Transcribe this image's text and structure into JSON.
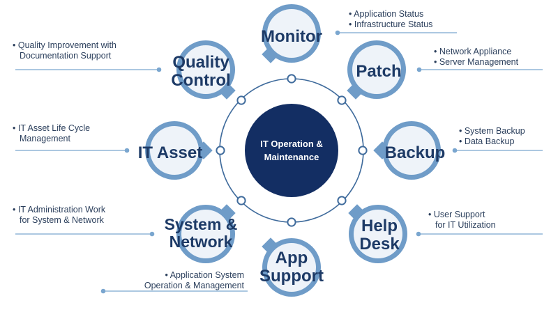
{
  "center": {
    "line1": "IT Operation &",
    "line2": "Maintenance"
  },
  "colors": {
    "center_fill": "#132e63",
    "bubble_outer": "#6f9cc8",
    "bubble_inner": "#eef3f9",
    "label": "#1d3a66",
    "ring": "#3f6b9c",
    "leader": "#7aa6cf"
  },
  "services": [
    {
      "id": "monitor",
      "title": [
        "Monitor"
      ],
      "desc": [
        "• Application Status",
        "• Infrastructure Status"
      ]
    },
    {
      "id": "patch",
      "title": [
        "Patch"
      ],
      "desc": [
        "• Network Appliance",
        "• Server Management"
      ]
    },
    {
      "id": "backup",
      "title": [
        "Backup"
      ],
      "desc": [
        "• System Backup",
        "• Data Backup"
      ]
    },
    {
      "id": "help-desk",
      "title": [
        "Help",
        "Desk"
      ],
      "desc": [
        "• User Support",
        "for IT Utilization"
      ]
    },
    {
      "id": "app-support",
      "title": [
        "App",
        "Support"
      ],
      "desc": [
        "• Application System",
        "Operation & Management"
      ]
    },
    {
      "id": "system-network",
      "title": [
        "System &",
        "Network"
      ],
      "desc": [
        "• IT Administration Work",
        "for System & Network"
      ]
    },
    {
      "id": "it-asset",
      "title": [
        "IT Asset"
      ],
      "desc": [
        "• IT Asset Life Cycle",
        "Management"
      ]
    },
    {
      "id": "quality-control",
      "title": [
        "Quality",
        "Control"
      ],
      "desc": [
        "• Quality Improvement with",
        "Documentation Support"
      ]
    }
  ]
}
